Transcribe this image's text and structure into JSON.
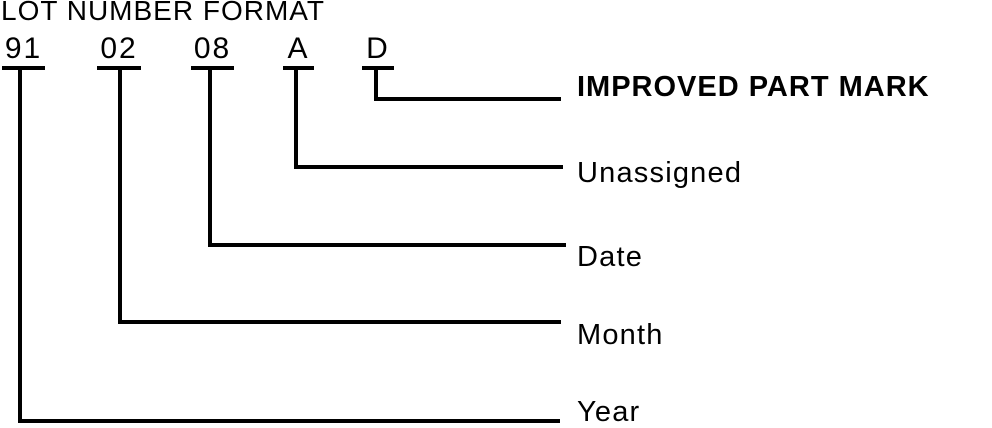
{
  "title": "LOT NUMBER FORMAT",
  "lot_number_example": "91 02 08 A D",
  "fields": [
    {
      "code": "91",
      "label": "Year"
    },
    {
      "code": "02",
      "label": "Month"
    },
    {
      "code": "08",
      "label": "Date"
    },
    {
      "code": "A",
      "label": "Unassigned"
    },
    {
      "code": "D",
      "label": "IMPROVED PART MARK"
    }
  ],
  "colors": {
    "ink": "#000000",
    "background": "#ffffff"
  }
}
